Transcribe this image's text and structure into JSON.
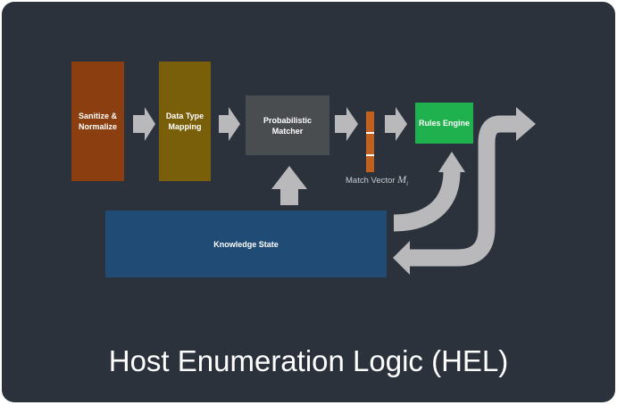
{
  "diagram": {
    "title": "Host Enumeration Logic (HEL)",
    "nodes": {
      "sanitize": {
        "label": "Sanitize &\nNormalize",
        "color": "#8b3f10"
      },
      "datatype": {
        "label": "Data Type\nMapping",
        "color": "#7a5f0a"
      },
      "matcher": {
        "label": "Probabilistic\nMatcher",
        "color": "#4a4d50"
      },
      "rules": {
        "label": "Rules Engine",
        "color": "#1fb14d"
      },
      "knowledge": {
        "label": "Knowledge State",
        "color": "#1f4b75"
      }
    },
    "match_vector": {
      "label_prefix": "Match Vector ",
      "symbol": "M",
      "subscript": "i",
      "color": "#c2611f"
    },
    "arrow_color": "#b9b9bb",
    "background": "#2b323c"
  }
}
